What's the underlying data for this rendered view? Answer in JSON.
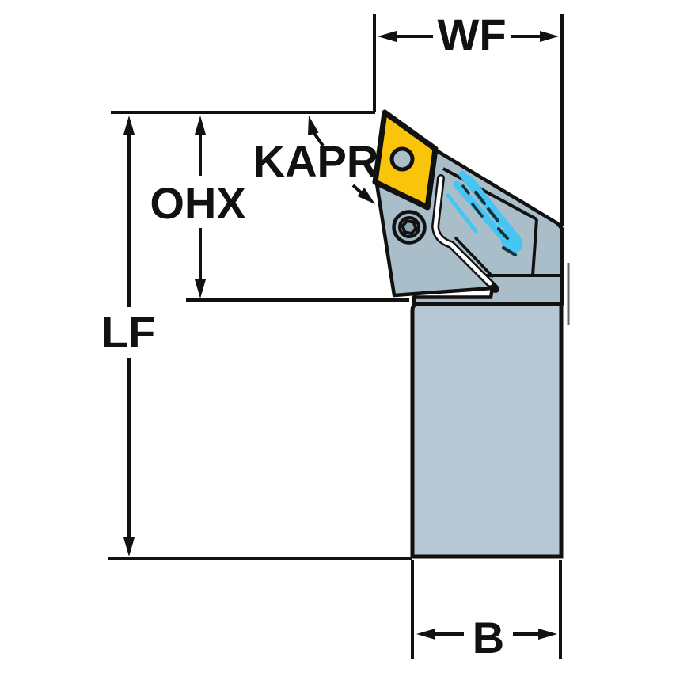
{
  "diagram": {
    "type": "tool-holder-dimension-drawing",
    "description": "Turning tool holder side view with dimension callouts",
    "labels": {
      "wf": "WF",
      "kapr": "KAPR",
      "ohx": "OHX",
      "lf": "LF",
      "b": "B"
    },
    "parts": [
      "diamond-insert",
      "insert-hole",
      "clamp",
      "clamp-screw",
      "coolant-jets",
      "tool-head",
      "shank"
    ],
    "colors": {
      "background": "#FFFFFF",
      "line_black": "#111111",
      "insert_yellow": "#F9C40A",
      "head_gray": "#A9BEC9",
      "shank_gray": "#B5C8D3",
      "screw_face_gray": "#9FB5C0",
      "hex_socket_gray": "#8EA4AF",
      "hole_gray": "#AABFCB",
      "coolant_cyan": "#46C5F2",
      "coolant_dark": "#15333F"
    }
  }
}
